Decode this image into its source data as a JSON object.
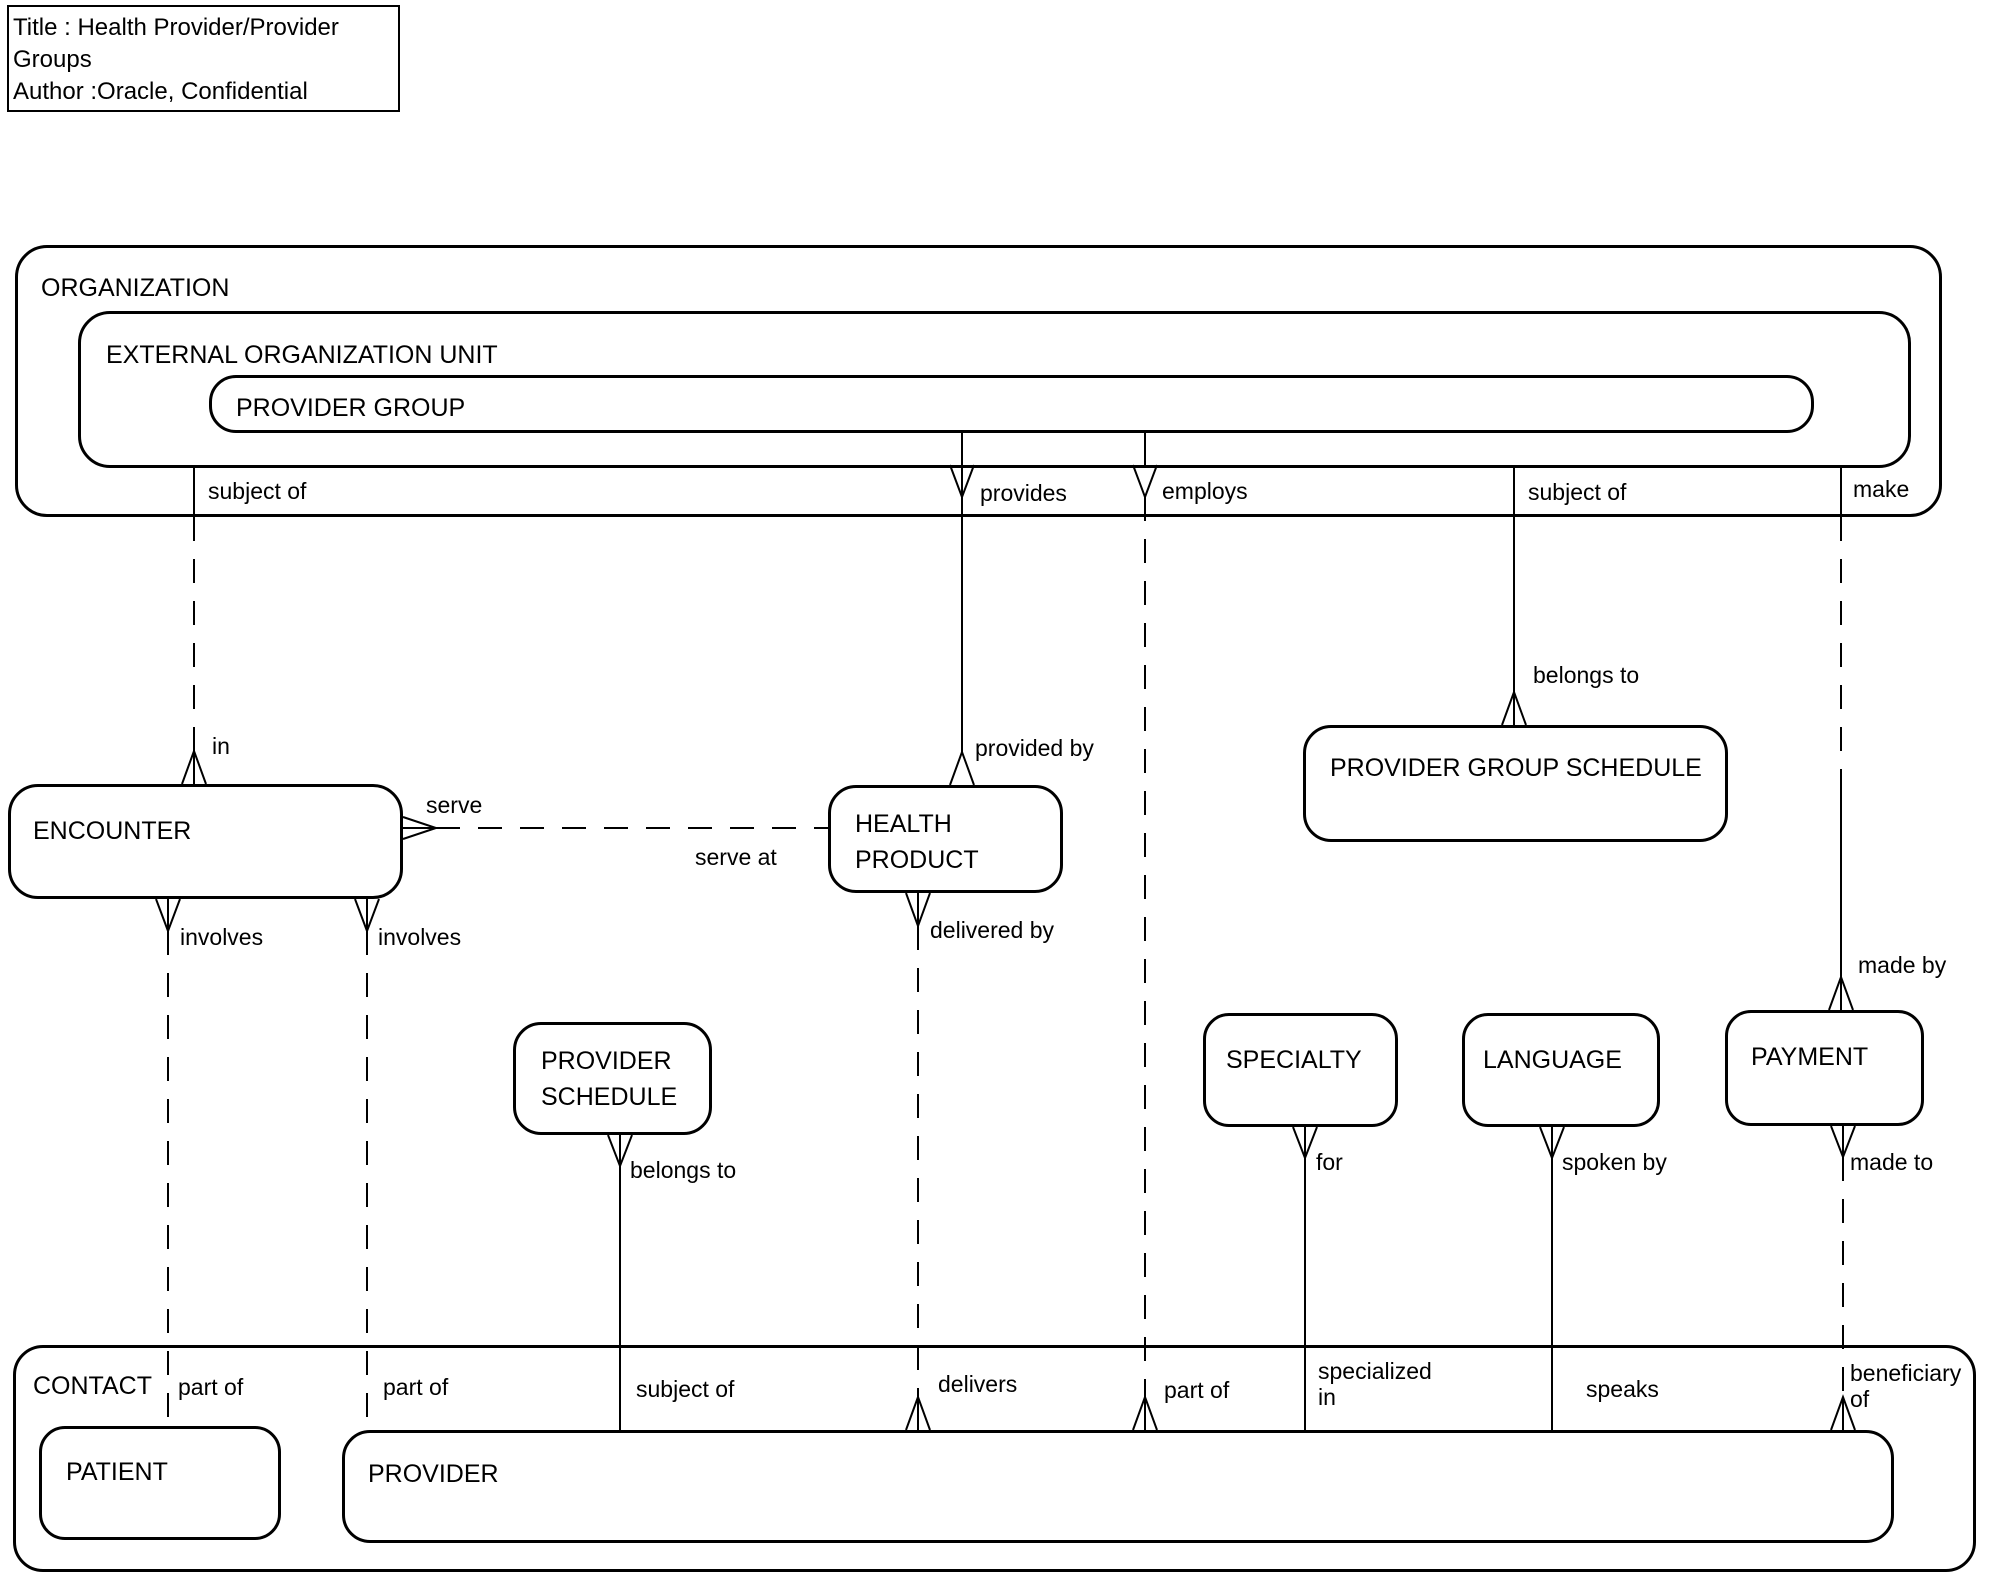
{
  "title_block": {
    "title": "Title : Health Provider/Provider Groups",
    "author": "Author :Oracle, Confidential"
  },
  "entities": {
    "organization": "ORGANIZATION",
    "external_organization_unit": "EXTERNAL ORGANIZATION UNIT",
    "provider_group": "PROVIDER GROUP",
    "encounter": "ENCOUNTER",
    "health_product": "HEALTH PRODUCT",
    "provider_group_schedule": "PROVIDER GROUP SCHEDULE",
    "provider_schedule": "PROVIDER SCHEDULE",
    "specialty": "SPECIALTY",
    "language": "LANGUAGE",
    "payment": "PAYMENT",
    "contact": "CONTACT",
    "patient": "PATIENT",
    "provider": "PROVIDER"
  },
  "relationships": [
    {
      "from": "organization",
      "to": "encounter",
      "near": "subject of",
      "far": "in",
      "line": "dashed"
    },
    {
      "from": "organization",
      "to": "health_product",
      "near": "provides",
      "far": "provided by",
      "line": "solid"
    },
    {
      "from": "organization",
      "to": "provider",
      "near": "employs",
      "far": "part of",
      "line": "dashed"
    },
    {
      "from": "organization",
      "to": "provider_group_schedule",
      "near": "subject of",
      "far": "belongs to",
      "line": "solid"
    },
    {
      "from": "organization",
      "to": "payment",
      "near": "make",
      "far": "made by",
      "line": "dashed-solid"
    },
    {
      "from": "encounter",
      "to": "patient",
      "near": "involves",
      "far": "part of",
      "line": "dashed"
    },
    {
      "from": "encounter",
      "to": "provider",
      "near": "involves",
      "far": "part of",
      "line": "dashed"
    },
    {
      "from": "encounter",
      "to": "health_product",
      "near": "serve",
      "far": "serve at",
      "line": "dashed"
    },
    {
      "from": "health_product",
      "to": "provider",
      "near": "delivered by",
      "far": "delivers",
      "line": "dashed"
    },
    {
      "from": "provider_schedule",
      "to": "provider",
      "near": "belongs to",
      "far": "subject of",
      "line": "solid"
    },
    {
      "from": "specialty",
      "to": "provider",
      "near": "for",
      "far": "specialized in",
      "line": "solid"
    },
    {
      "from": "language",
      "to": "provider",
      "near": "spoken by",
      "far": "speaks",
      "line": "solid"
    },
    {
      "from": "payment",
      "to": "provider",
      "near": "made to",
      "far": "beneficiary of",
      "line": "dashed"
    }
  ],
  "colors": {
    "line": "#000000",
    "background": "#ffffff",
    "text": "#000000"
  }
}
